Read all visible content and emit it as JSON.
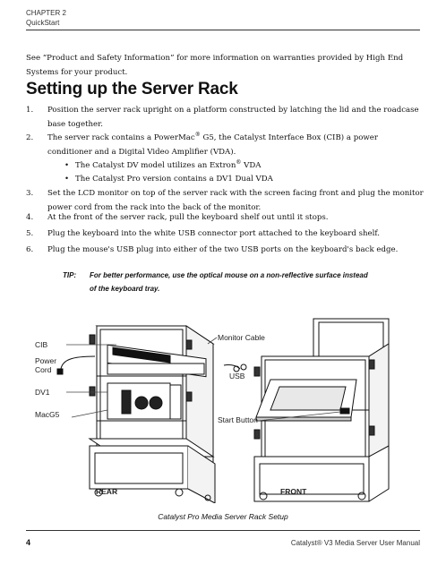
{
  "header": {
    "chapter": "CHAPTER  2",
    "section": "QuickStart"
  },
  "intro": "See “Product and Safety Information” for more information on warranties provided by High End Systems for your product.",
  "heading": "Setting up the Server Rack",
  "steps": [
    {
      "num": "1.",
      "text": "Position the server rack upright on a platform constructed by latching the lid and the roadcase base together."
    },
    {
      "num": "2.",
      "text_before": "The server rack contains a PowerMac",
      "sup": "®",
      "text_after": " G5, the Catalyst Interface Box (CIB) a power conditioner and a Digital Video Amplifier (VDA)."
    },
    {
      "num": "3.",
      "text": "Set the LCD monitor on top of the server rack with the screen facing front and plug the monitor power cord from the rack into the back of the monitor."
    },
    {
      "num": "4.",
      "text": "At the front of the server rack, pull the keyboard shelf out until it stops."
    },
    {
      "num": "5.",
      "text": "Plug the keyboard into the white USB connector port attached to the keyboard shelf."
    },
    {
      "num": "6.",
      "text": "Plug the mouse's USB plug into either of the two USB ports on the keyboard's back edge."
    }
  ],
  "bullets": [
    {
      "text_before": "The Catalyst DV model utilizes an Extron",
      "sup": "®",
      "text_after": " VDA"
    },
    {
      "text": "The Catalyst Pro version contains a DV1 Dual VDA"
    }
  ],
  "bullet_glyph": "•",
  "tip": {
    "label": "TIP:",
    "text": "For better performance, use the optical mouse on a non-reflective surface instead of the keyboard tray."
  },
  "figure": {
    "labels": {
      "cib": "CIB",
      "power_cord": "Power Cord",
      "dv1": "DV1",
      "macg5": "MacG5",
      "monitor_cable": "Monitor Cable",
      "usb": "USB",
      "start_button": "Start Button",
      "rear": "REAR",
      "front": "FRONT"
    },
    "caption": "Catalyst Pro Media Server Rack Setup"
  },
  "footer": {
    "page_number": "4",
    "title": "Catalyst® V3 Media Server User Manual"
  }
}
